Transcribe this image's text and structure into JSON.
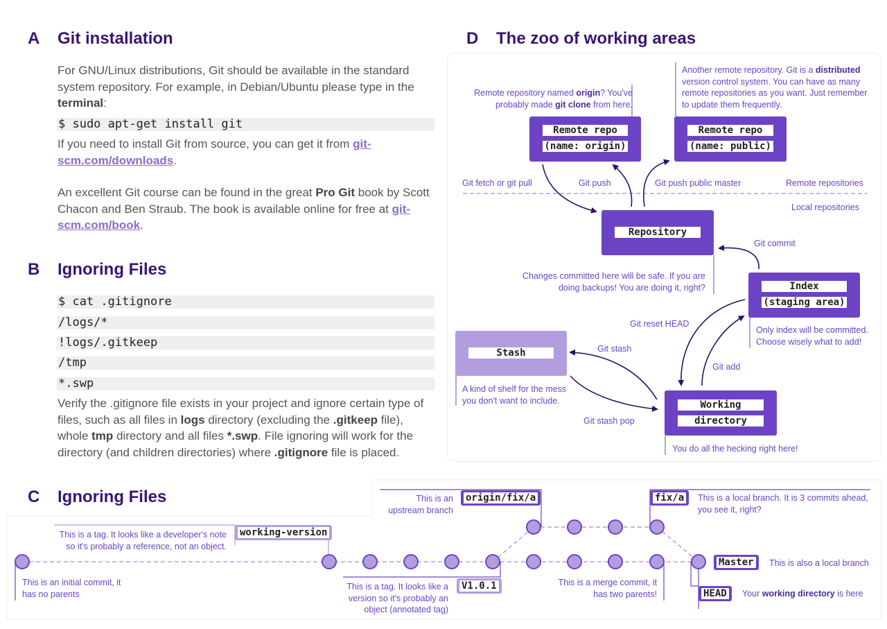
{
  "sectionA": {
    "letter": "A",
    "title": "Git installation",
    "p1_part1": "For GNU/Linux distributions, Git should be available in the standard system repository. For example, in Debian/Ubuntu please type in the ",
    "p1_bold": "terminal",
    "p1_end": ":",
    "code": "$ sudo apt-get install git",
    "p2_part1": "If you need to install Git from source, you can get it from ",
    "p2_link": "git-scm.com/downloads",
    "p2_end": ".",
    "p3_part1": "An excellent Git course can be found in the great ",
    "p3_bold": "Pro Git",
    "p3_part2": " book by Scott Chacon and Ben Straub. The book is available online for free at ",
    "p3_link": "git-scm.com/book",
    "p3_end": "."
  },
  "sectionB": {
    "letter": "B",
    "title": "Ignoring Files",
    "code_lines": [
      "$ cat .gitignore",
      "/logs/*",
      "!logs/.gitkeep",
      "/tmp",
      "*.swp"
    ],
    "p_part1": "Verify the .gitignore file exists in your project and ignore certain type of files, such as all files in ",
    "p_b1": "logs",
    "p_part2": " directory (excluding the ",
    "p_b2": ".gitkeep",
    "p_part3": " file), whole ",
    "p_b3": "tmp",
    "p_part4": " directory and all files ",
    "p_b4": "*.swp",
    "p_part5": ". File ignoring will work for the directory (and children directories) where ",
    "p_b5": ".gitignore",
    "p_part6": " file is placed."
  },
  "sectionC": {
    "letter": "C",
    "title": "Ignoring Files",
    "tag_working_version": "working-version",
    "note_tag1": "This is a tag. It looks like a developer's note so it's probably a reference, not an object.",
    "note_initial": "This is an initial commit, it has no parents",
    "tag_origin": "origin/fix/a",
    "note_upstream": "This is an upstream branch",
    "tag_v101": "V1.0.1",
    "note_tag2": "This is a tag. It looks like a version so it's probably an object (annotated tag)",
    "note_merge": "This is a merge commit, it has two parents!",
    "tag_fix": "fix/a",
    "note_fix": "This is a local branch. It is 3 commits ahead, you see it, right?",
    "tag_master": "Master",
    "note_master": "This is also a local branch",
    "tag_head": "HEAD",
    "note_head_part1": "Your ",
    "note_head_bold": "working directory",
    "note_head_part2": " is here"
  },
  "sectionD": {
    "letter": "D",
    "title": "The zoo of working areas",
    "remote_origin_line1": "Remote repo",
    "remote_origin_line2": "(name: origin)",
    "remote_public_line1": "Remote repo",
    "remote_public_line2": "(name: public)",
    "note_origin_part1": "Remote repository named ",
    "note_origin_b1": "origin",
    "note_origin_part2": "? You've probably made ",
    "note_origin_b2": "git clone",
    "note_origin_part3": " from here.",
    "note_public_part1": "Another remote repository. Git is a ",
    "note_public_b1": "distributed",
    "note_public_part2": " version control system. You can have as many remote repositories as you want. Just remember to update them frequently.",
    "label_fetch": "Git fetch or git pull",
    "label_push": "Git push",
    "label_push_public": "Git push public master",
    "label_remote_repos": "Remote repositories",
    "label_local_repos": "Local repositories",
    "repository": "Repository",
    "label_commit": "Git commit",
    "note_repository": "Changes committed here will be safe. If you are doing backups! You are doing it, right?",
    "index_line1": "Index",
    "index_line2": "(staging area)",
    "note_index": "Only index will be committed. Choose wisely what to add!",
    "label_reset": "Git reset HEAD",
    "stash": "Stash",
    "label_stash": "Git stash",
    "note_stash": "A kind of shelf for the mess you don't want to include.",
    "label_add": "Git add",
    "label_stash_pop": "Git stash pop",
    "working_line1": "Working",
    "working_line2": "directory",
    "note_working": "You do all the hecking right here!"
  },
  "colors": {
    "heading": "#3a1572",
    "accent": "#6c43c4",
    "accent_light": "#b39ddf",
    "link": "#8c6ccf",
    "note": "#6a44c0"
  }
}
